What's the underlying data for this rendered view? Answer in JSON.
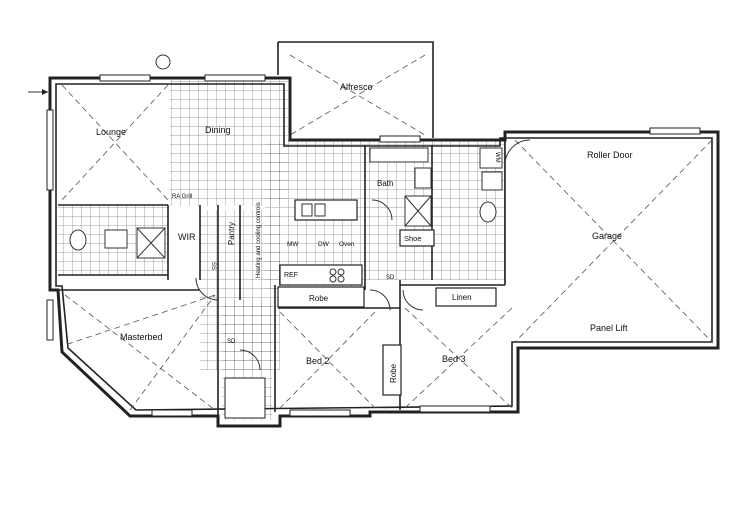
{
  "rooms": {
    "alfresco": "Alfresco",
    "lounge": "Lounge",
    "dining": "Dining",
    "roller_door": "Roller Door",
    "bath": "Bath",
    "wm": "WM",
    "ra_grill": "RA Grill",
    "wir": "WIR",
    "pantry": "Pantry",
    "ss": "SS",
    "heating": "Heating and cooling controls",
    "mw": "MW",
    "dw": "DW",
    "oven": "Oven",
    "shoe": "Shoe",
    "garage": "Garage",
    "ref": "REF",
    "robe_1": "Robe",
    "linen": "Linen",
    "sd_1": "SD",
    "panel_lift": "Panel Lift",
    "masterbed": "Masterbed",
    "sd_2": "SD",
    "bed2": "Bed 2",
    "robe_2": "Robe",
    "bed3": "Bed 3"
  }
}
